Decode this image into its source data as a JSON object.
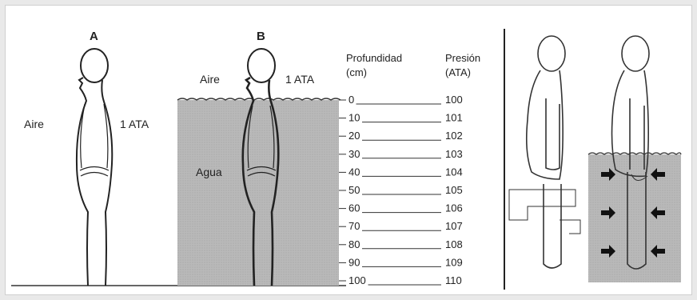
{
  "figure": {
    "label_a": "A",
    "label_b": "B",
    "air_left": "Aire",
    "pressure_left": "1 ATA",
    "air_b": "Aire",
    "pressure_b": "1 ATA",
    "water": "Agua",
    "col_depth_h1": "Profundidad",
    "col_depth_h2": "(cm)",
    "col_pressure_h1": "Presión",
    "col_pressure_h2": "(ATA)",
    "depths": [
      "0",
      "10",
      "20",
      "30",
      "40",
      "50",
      "60",
      "70",
      "80",
      "90",
      "100"
    ],
    "pressures": [
      "100",
      "101",
      "102",
      "103",
      "104",
      "105",
      "106",
      "107",
      "108",
      "109",
      "110"
    ]
  }
}
